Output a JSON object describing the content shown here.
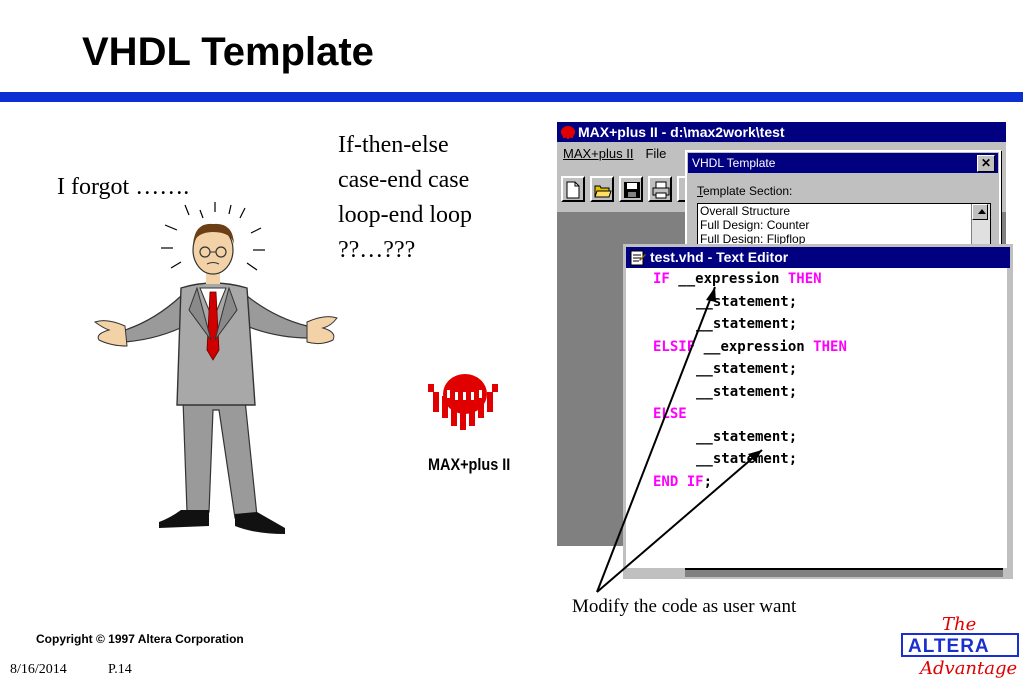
{
  "slide": {
    "title": "VHDL Template",
    "forgot_text": "I forgot …….",
    "keywords": [
      "If-then-else",
      "case-end case",
      "loop-end loop",
      "??…???"
    ],
    "logo_label": "MAX+plus II",
    "caption": "Modify the code as user want",
    "copyright": "Copyright © 1997 Altera Corporation",
    "date": "8/16/2014",
    "page": "P.14",
    "accent_color": "#0b2fd1"
  },
  "main_window": {
    "title": "MAX+plus II - d:\\max2work\\test",
    "menu": [
      "MAX+plus II",
      "File"
    ]
  },
  "template_dialog": {
    "title": "VHDL Template",
    "close": "✕",
    "section_label_first": "T",
    "section_label_rest": "emplate Section:",
    "items": [
      "Overall Structure",
      "Full Design: Counter",
      "Full Design: Flipflop"
    ]
  },
  "editor": {
    "title": "test.vhd - Text Editor",
    "code": [
      {
        "kw1": "IF",
        "text": " __expression ",
        "kw2": "THEN",
        "indent": 0
      },
      {
        "kw1": "",
        "text": "__statement;",
        "kw2": "",
        "indent": 1
      },
      {
        "kw1": "",
        "text": "__statement;",
        "kw2": "",
        "indent": 1
      },
      {
        "kw1": "ELSIF",
        "text": " __expression ",
        "kw2": "THEN",
        "indent": 0
      },
      {
        "kw1": "",
        "text": "__statement;",
        "kw2": "",
        "indent": 1
      },
      {
        "kw1": "",
        "text": "__statement;",
        "kw2": "",
        "indent": 1
      },
      {
        "kw1": "ELSE",
        "text": "",
        "kw2": "",
        "indent": 0
      },
      {
        "kw1": "",
        "text": "__statement;",
        "kw2": "",
        "indent": 1
      },
      {
        "kw1": "",
        "text": "__statement;",
        "kw2": "",
        "indent": 1
      },
      {
        "kw1": "END IF",
        "text": ";",
        "kw2": "",
        "indent": 0
      }
    ],
    "keyword_color": "#ff00ff"
  }
}
